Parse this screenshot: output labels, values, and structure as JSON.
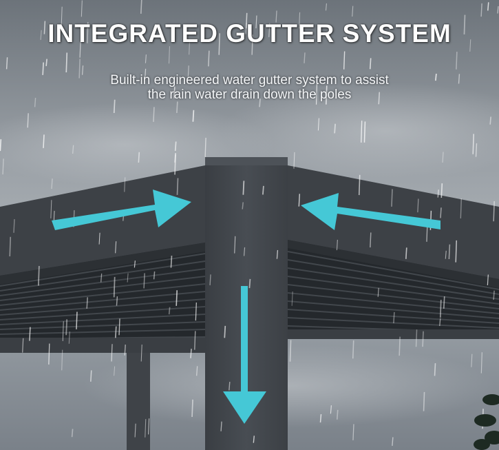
{
  "headline": "INTEGRATED GUTTER SYSTEM",
  "subtitle": {
    "line1": "Built-in engineered water gutter system to assist",
    "line2": "the rain water drain down the poles"
  },
  "colors": {
    "arrow": "#45c8d6",
    "frame": "#3d4146",
    "frame_light": "#4a4f55",
    "louvre": "#22262a",
    "sky_top": "#6f767d",
    "sky_mid": "#a7acb1"
  },
  "icons": {
    "left_arrow": "arrow-right-icon",
    "right_arrow": "arrow-left-icon",
    "down_arrow": "arrow-down-icon"
  }
}
